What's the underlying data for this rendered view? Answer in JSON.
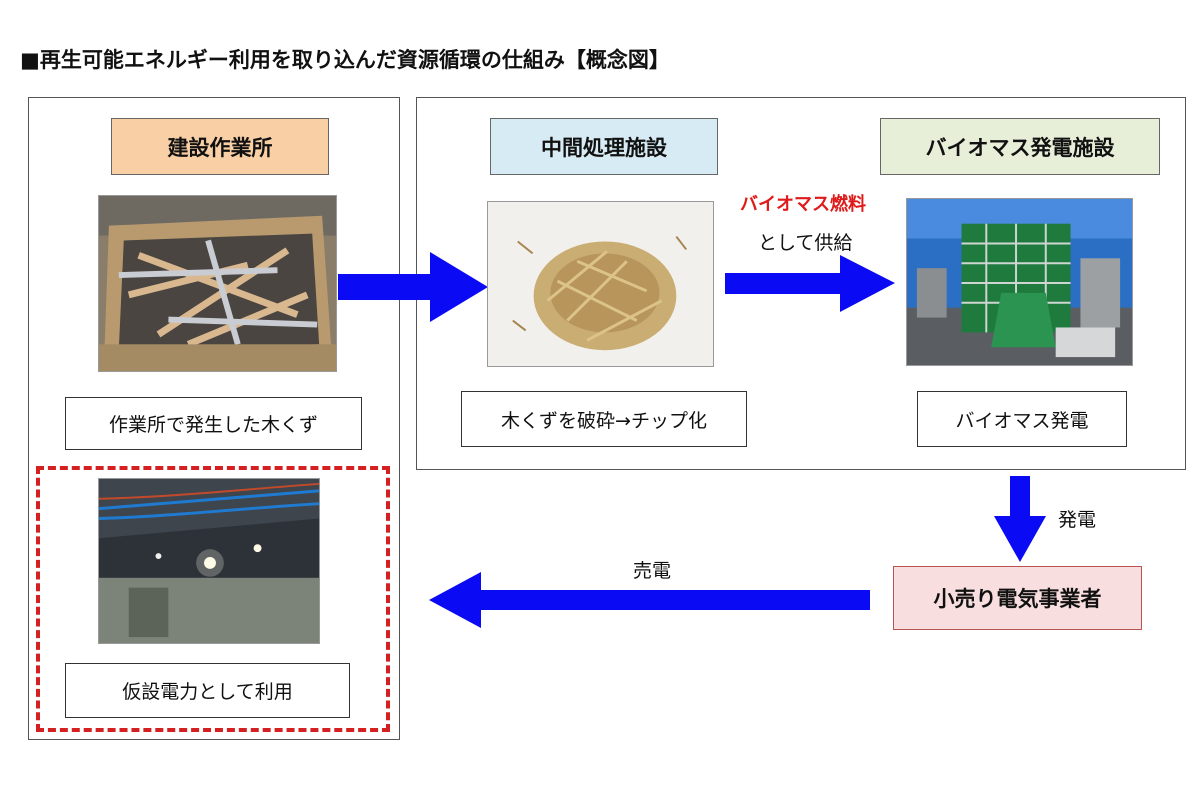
{
  "title": "■再生可能エネルギー利用を取り込んだ資源循環の仕組み【概念図】",
  "nodes": {
    "construction_site": {
      "label": "建設作業所",
      "color": "#f9cfa6",
      "caption": "作業所で発生した木くず"
    },
    "intermediate": {
      "label": "中間処理施設",
      "color": "#d6ebf3",
      "caption": "木くずを破砕→チップ化"
    },
    "biomass_plant": {
      "label": "バイオマス発電施設",
      "color": "#e7efd9",
      "caption": "バイオマス発電"
    },
    "retailer": {
      "label": "小売り電気事業者",
      "color": "#f8dede"
    },
    "temporary_power": {
      "caption": "仮設電力として利用"
    }
  },
  "edges": {
    "supply": {
      "label_red": "バイオマス燃料",
      "label": "として供給"
    },
    "generation": {
      "label": "発電"
    },
    "sale": {
      "label": "売電"
    }
  },
  "icons": {
    "wood_scraps": "wood-scraps-photo-icon",
    "wood_chips": "wood-chips-photo-icon",
    "power_plant": "power-plant-photo-icon",
    "site_lighting": "site-lighting-photo-icon"
  },
  "colors": {
    "arrow": "#0a0af5",
    "dashed_border": "#d42020",
    "red_text": "#e01a1a"
  }
}
